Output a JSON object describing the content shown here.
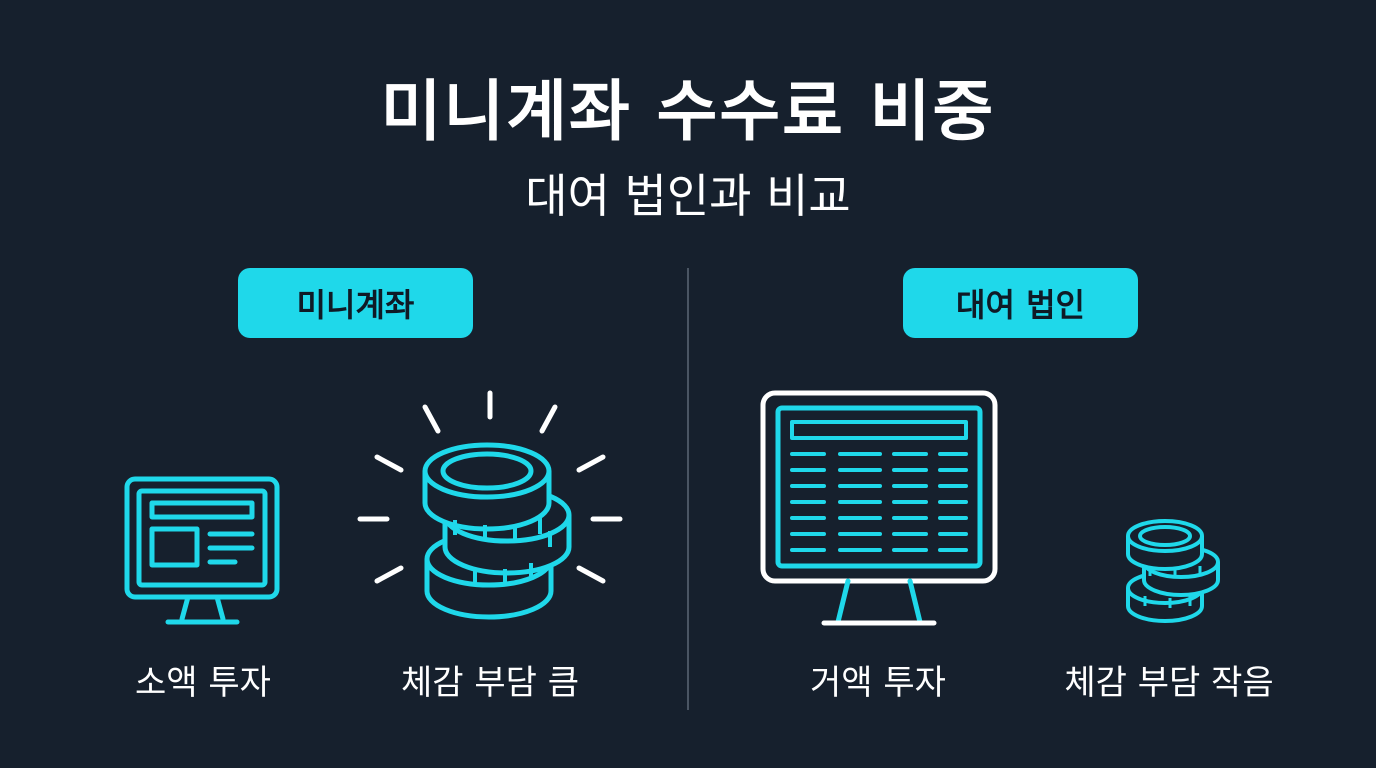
{
  "title": "미니계좌 수수료 비중",
  "subtitle": "대여 법인과 비교",
  "left_panel": {
    "header": "미니계좌",
    "items": [
      {
        "label": "소액 투자",
        "icon": "small-monitor-icon"
      },
      {
        "label": "체감 부담 큼",
        "icon": "large-coin-stack-icon"
      }
    ]
  },
  "right_panel": {
    "header": "대여 법인",
    "items": [
      {
        "label": "거액 투자",
        "icon": "large-monitor-icon"
      },
      {
        "label": "체감 부담 작음",
        "icon": "small-coin-stack-icon"
      }
    ]
  },
  "colors": {
    "background": "#16202d",
    "accent": "#1fd8ea",
    "text": "#ffffff"
  }
}
